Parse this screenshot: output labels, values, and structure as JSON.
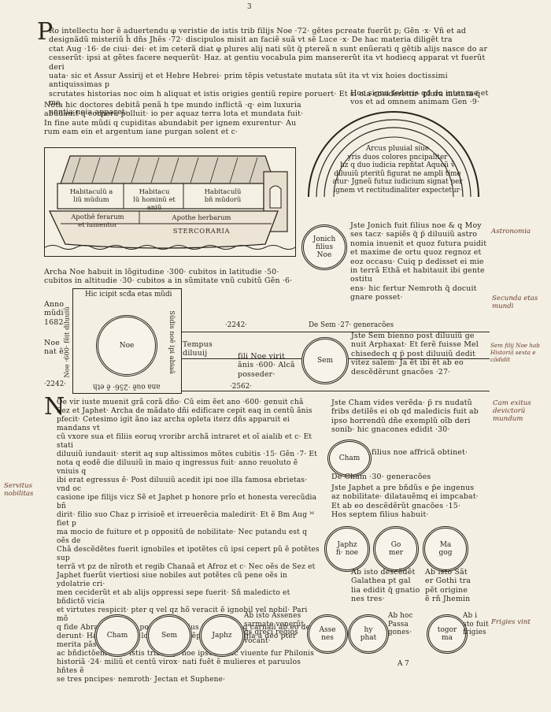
{
  "page_marks": {
    "top": "3",
    "bottom_signature": "A 7"
  },
  "initials": {
    "first": "P",
    "second": "N"
  },
  "top_paragraph": [
    "Ro intellectu hor ẽ aduertendu φ veristie de istis trib filijs Noe ·72· gẽtes pcreate fuerũt p; Gẽn ·x· Vñ et ad",
    "designãdũ misteriũ h̃ dñs Jhẽs ·72· discipulos misit an faciẽ suã vt sẽ Luce ·x· De hac materia diligẽt tra",
    "ctat Aug ·16· de ciui· dei· et im ceterã diat φ plures alij nati sũt q̃ ptereã n sunt enũerati q gẽtib alijs nasce do ar",
    "cesserũt· ipsi at gẽtes facere nequerũt· Haz. at gentiu vocabula pim mansererũt ita vt hodiecq apparat vt fuerũt deri",
    "uata· sic et Assur Assirij et et Hebre Hebrei· prim tẽpis vetustate mutata sũt ita vt vix hoies doctissimi antiquissimas p",
    "scrutates historias noc oim h aliquat et istis origies gentiũ repire poruert· Et si oia cosideretur· plura mutata q̃ ma",
    "nentia noia apparet·"
  ],
  "left_column_top": [
    "Nota hic doctores debitã penã h tpe mundo inflictã ·q· eim luxuria",
    "abũdauit q corpora polluit· io per aquaz terra lota et mundata fuit·",
    "In fine aute mũdi q cupiditas abundabit per ignem exurentur· Au",
    "rum eam ein et argentum iane purgan solent et c·"
  ],
  "right_column_top": [
    "Hoc signu federis qd do inter me et",
    "vos et ad omnem animam Gen ·9·"
  ],
  "ark": {
    "room1": [
      "Habitaculũ a",
      "liũ mũdum"
    ],
    "room2": [
      "Habitacu",
      "lũ hominũ et aniũ"
    ],
    "room3": [
      "Habitaculũ",
      "bñ mũdorũ"
    ],
    "panel1": [
      "Apothẽ ferarum",
      "et iumentor"
    ],
    "panel2": "Apothe herbarum",
    "panel3": "STERCORARIA"
  },
  "ark_caption": [
    "Archa Noe habuit in lõgitudine ·300· cubitos in latitudie ·50·",
    "cubitos in altitudie ·30· cubitos a in sũmitate vnũ cubitũ Gẽn ·6·"
  ],
  "rainbow": {
    "text": [
      "Arcus pluuial siue",
      "yris duos colores pncipaliter",
      "hz q duo iudicia repñtat Aqueũ ṽ",
      "diluuiũ pteritũ figurat ne ampli ti̇me",
      "atur· Jgneũ futuz iudicium signat per",
      "ignem vt rectitudinaliter expectetur·"
    ]
  },
  "circles": {
    "jonich": [
      "Jonich",
      "filius",
      "Noe"
    ],
    "noe": "Noe",
    "sem": "Sem",
    "cham": "Cham",
    "japhz_noe": [
      "Japhz",
      "fi· noe"
    ],
    "gomer": [
      "Go",
      "mer"
    ],
    "magog": [
      "Ma",
      "gog"
    ],
    "bottom_cham": "Cham",
    "bottom_sem": "Sem",
    "bottom_japhz": "Japhz",
    "asses_nes": [
      "Asse",
      "nes"
    ],
    "hyphat": [
      "hy",
      "phat"
    ],
    "togor_ma": [
      "togor",
      "ma"
    ]
  },
  "jonich_text": [
    "Jste Jonich fuit filius noe & q Moy",
    "ses tacz· sapiẽs q̃ p̃ diluuiũ astro",
    "nomia inuenit et quoz futura puidit",
    "et maxime de ortu quoz regnoz et",
    "eoz occasu· Cuiq p dedisset ei mie",
    "in terrã Ethã et habitauit ibi gente ostitu",
    "ens· hic fertur Nemroth q̃ docuit",
    "gnare posset·"
  ],
  "second_age": {
    "year_label": [
      "Anno",
      "mũdi",
      "1682"
    ],
    "noe_label": [
      "Noe",
      "nat ẽ"
    ],
    "number_mark": "·2242·",
    "frame_top": "Hic icipit scđa etas mũdi",
    "frame_left": "Noe ·600· fẽit diluuiũ",
    "frame_right": "Sũdis noẽ ipi abiaã",
    "frame_bottom": "ana ouẽ ·256· ẽ eth",
    "tempus": [
      "Tempus",
      "diluuij"
    ],
    "filii_noe": [
      "fili Noe virit",
      "ãnis ·600· Alcã",
      "posseder·"
    ],
    "year_2242": "·2242·",
    "year_2562": "·2562·",
    "generations_sem": "De Sem ·27· generacões",
    "sem_text": [
      "Jste Sem bienno post diluuiũ ge",
      "nuit Arphaxat· Et ferẽ fuisse Mel",
      "chisedech q p̃ post diluuiũ dedit",
      "vitez salem· Ja ẽt ibi ẽt ab eo",
      "descẽdẽrunt gnacões ·27·"
    ]
  },
  "lower_left": [
    "Oe vir iuste muenit grã corã dño· Cũ eim ẽet ano ·600· genuit chã",
    "Sez et Japhet· Archa de mãdato dñi edificare cepit eaq in centũ ãnis",
    "pfecit· Cetesimo igit ãno iaz archa opleta iterz dñs apparuit ei mandans vt",
    "cũ vxore sua et filiis eoruq vroribr archã intraret et oĩ aialib et c· Et stati",
    "diluuiũ iundauit· sterit aq sup altissimos mõtes cubitis ·15· Gẽn ·7· Et",
    "nota q eodẽ die diluuiũ in maio q ingressus fuit· anno reuoluto ẽ vniuis q",
    "ibi erat egressus ẽ· Post diluuiũ acedit ipi noe illa famosa ebrietas· vnd oc",
    "casione ipe filijs vicz Sẽ et Japhet p honore prĩo et honesta verecũdia bñ",
    "dirit· filio suo Chaz p irrisioẽ et irreuerẽcia maledirit· Et ẽ Bm Aug ᴹ fiet p",
    "ma mocio de fuiture et p oppositũ de nobilitate· Nec putandu est q oẽs de",
    "Chã descẽdẽtes fuerit ignobiles et ipotẽtes cũ ipsi cepert pũ ẽ potẽtes sup",
    "terrã vt pz de nĩroth et regib Chanaã et Afroz et c· Nec oẽs de Sez et",
    "Japhet fuerũt viertiosi siue nobiles aut potẽtes cũ pene oẽs in ydolatrie cri·",
    "men ceciderũt et ab alijs oppressi sepe fuerit· Sñ maledicto et bñdictõ vicia",
    "et virtutes respicit· pter q vel qz hõ veracit ẽ ignobil vel nobil· Pari mõ",
    "q fide Abrahe sectant potẽ diciue ẽius filii ẽ vicẽi q carnali ab eo desẽ",
    "derunt· Habuerit mihi lomin q̃ hoqz ẽpecialia pulegia a deo pter merita pãs",
    "ac bñdictõem· Et ẽ istis trib filijs noe ipso adhuc viuente fur Philonis",
    "historiã ·24· miliũ et centũ virox· nati fuẽt ẽ mulieres et paruulos hñtes ẽ",
    "se tres pncipes· nemroth· Jectan et Suphene·"
  ],
  "lower_right_top": [
    "Jste Cham vides verẽda· p̃ rs nudatũ",
    "fribs detilẽs ei ob qd maledicis fuit ab",
    "ipso horrendũ dñe exemplũ oĩb deri",
    "sonib· hic gnacones edidit ·30·"
  ],
  "cham_side": "filius noe affricã obtinet·",
  "cham_generations": "De Cham ·30· generacões",
  "japhet_text": [
    "Jste Japhet a pre bñdũs e p̃e ingenus",
    "az nobilitate· dilatauẽmq ei impcabat·",
    "Et ab eo descẽdẽrũt gnacões ·15·",
    "Hos septem filius habuit·"
  ],
  "descend_texts": {
    "galathea": [
      "Ab isto descẽdẽt",
      "Galathea pt gal",
      "lia edidit q̃ gnatio",
      "nes tres·"
    ],
    "gothi": [
      "Ab isto Sãt",
      "er Gothi tra",
      "pẽt origine",
      "ẽ rñ Jhemin"
    ],
    "assenes": [
      "Ab isto Assenes",
      "sarmate venerũt",
      "q̃s greci regios",
      "vocant·"
    ],
    "hoc": [
      "Ab hoc",
      "Passa",
      "gones·"
    ],
    "frigies": [
      "Ab i",
      "sto fuit",
      "frigies"
    ]
  },
  "marginalia": {
    "astronomia": "Astronomia",
    "secunda_etas": [
      "Secunda etas",
      "mundi"
    ],
    "sem_note": [
      "Sem filij Noe hab",
      "Historiã sexta e cõdidit"
    ],
    "cham_note": [
      "Cam exitus",
      "devictorũ",
      "mundum"
    ],
    "servitus": [
      "Servitus",
      "nobilitas"
    ],
    "frigies_note": "Frigies vint"
  }
}
